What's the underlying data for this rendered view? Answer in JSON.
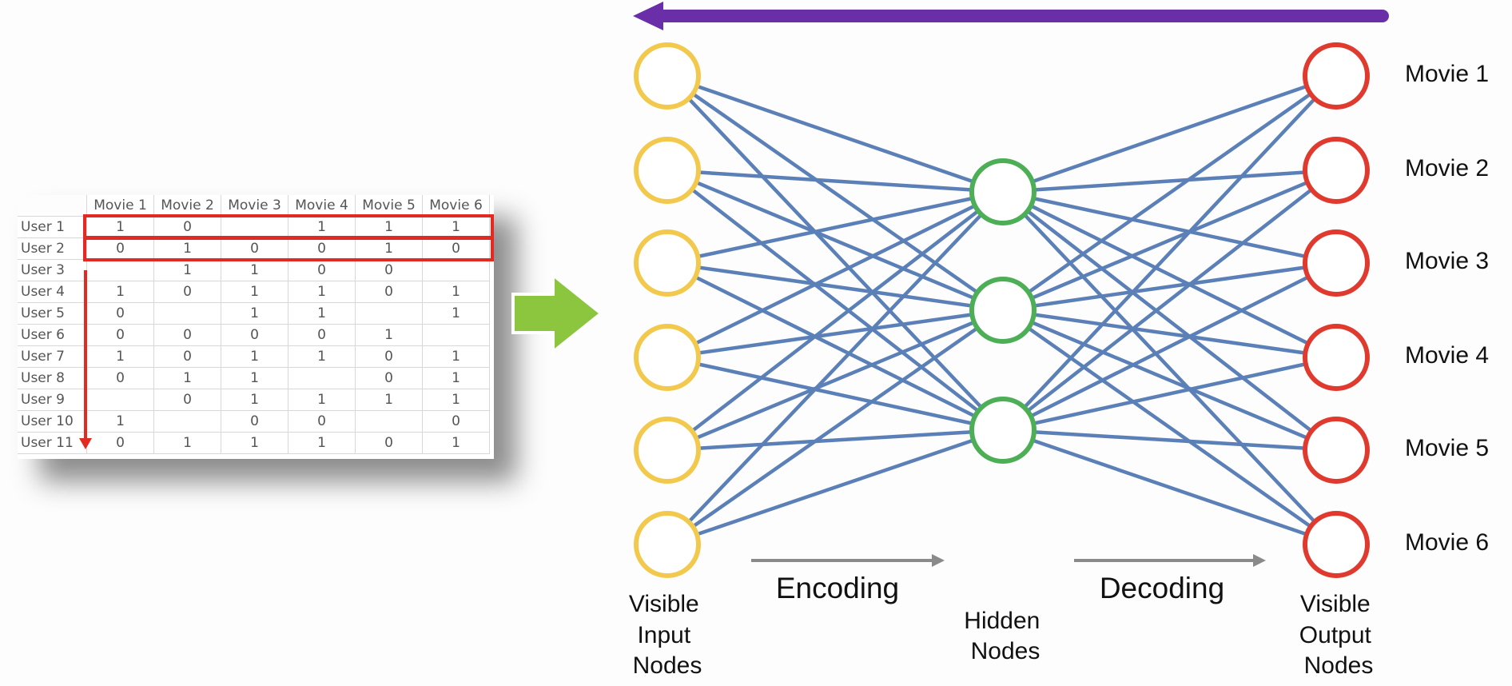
{
  "colors": {
    "input_node": "#f2c94c",
    "hidden_node": "#4cae55",
    "output_node": "#e03a2e",
    "edge": "#5b80b8",
    "feedback_arrow": "#6a2fa8",
    "flow_arrow": "#8cc63f",
    "highlight": "#e02a22",
    "stage_arrow": "#8a8a8a"
  },
  "table": {
    "columns": [
      "Movie 1",
      "Movie 2",
      "Movie 3",
      "Movie 4",
      "Movie 5",
      "Movie 6"
    ],
    "rows": [
      {
        "label": "User 1",
        "cells": [
          "1",
          "0",
          "",
          "1",
          "1",
          "1"
        ]
      },
      {
        "label": "User 2",
        "cells": [
          "0",
          "1",
          "0",
          "0",
          "1",
          "0"
        ]
      },
      {
        "label": "User 3",
        "cells": [
          "",
          "1",
          "1",
          "0",
          "0",
          ""
        ]
      },
      {
        "label": "User 4",
        "cells": [
          "1",
          "0",
          "1",
          "1",
          "0",
          "1"
        ]
      },
      {
        "label": "User 5",
        "cells": [
          "0",
          "",
          "1",
          "1",
          "",
          "1"
        ]
      },
      {
        "label": "User 6",
        "cells": [
          "0",
          "0",
          "0",
          "0",
          "1",
          ""
        ]
      },
      {
        "label": "User 7",
        "cells": [
          "1",
          "0",
          "1",
          "1",
          "0",
          "1"
        ]
      },
      {
        "label": "User 8",
        "cells": [
          "0",
          "1",
          "1",
          "",
          "0",
          "1"
        ]
      },
      {
        "label": "User 9",
        "cells": [
          "",
          "0",
          "1",
          "1",
          "1",
          "1"
        ]
      },
      {
        "label": "User 10",
        "cells": [
          "1",
          "",
          "0",
          "0",
          "",
          "0"
        ]
      },
      {
        "label": "User 11",
        "cells": [
          "0",
          "1",
          "1",
          "1",
          "0",
          "1"
        ]
      }
    ]
  },
  "network": {
    "input_label": [
      "Visible",
      "Input",
      "Nodes"
    ],
    "hidden_label": [
      "Hidden",
      "Nodes"
    ],
    "output_label": [
      "Visible",
      "Output",
      "Nodes"
    ],
    "encoding_label": "Encoding",
    "decoding_label": "Decoding",
    "outputs": [
      "Movie 1",
      "Movie 2",
      "Movie 3",
      "Movie 4",
      "Movie 5",
      "Movie 6"
    ],
    "input_count": 6,
    "hidden_count": 3,
    "output_count": 6
  }
}
